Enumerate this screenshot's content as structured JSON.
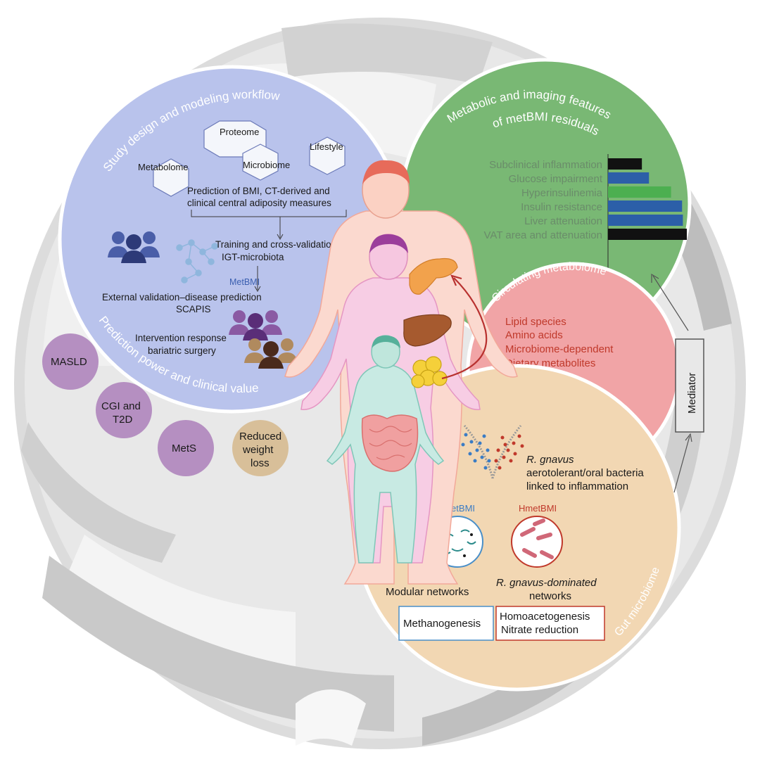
{
  "colors": {
    "blue_panel": "#b9c3ec",
    "green_panel": "#79b874",
    "pink_panel": "#f1a4a6",
    "tan_panel": "#f2d7b3",
    "outer_ring": "#d9d9d9",
    "purple_node": "#b58fc1",
    "tan_node": "#d8bf99",
    "bar_black": "#111111",
    "bar_blue": "#2c5fa8",
    "bar_green": "#4caf50"
  },
  "study": {
    "arc_title": "Study design and modeling workflow",
    "arc_subtitle": "Prediction power and clinical value",
    "hex_proteome": "Proteome",
    "hex_lifestyle": "Lifestyle",
    "hex_metabolome": "Metabolome",
    "hex_microbiome": "Microbiome",
    "prediction_line1": "Prediction of BMI, CT-derived and",
    "prediction_line2": "clinical central adiposity measures",
    "training_line1": "Training and cross-validation",
    "training_line2": "IGT-microbiota",
    "metbmi_label": "MetBMI",
    "external_line1": "External validation–disease prediction",
    "external_line2": "SCAPIS",
    "intervention_line1": "Intervention response",
    "intervention_line2": "bariatric surgery"
  },
  "clinical_nodes": {
    "masld": "MASLD",
    "cgi_line1": "CGI and",
    "cgi_line2": "T2D",
    "mets": "MetS",
    "reduced_line1": "Reduced",
    "reduced_line2": "weight",
    "reduced_line3": "loss"
  },
  "metabolic": {
    "arc_title_line1": "Metabolic and imaging features",
    "arc_title_line2": "of metBMI residuals"
  },
  "chart_data": {
    "type": "bar",
    "orientation": "horizontal",
    "categories": [
      "Subclinical inflammation",
      "Glucose impairment",
      "Hyperinsulinemia",
      "Insulin resistance",
      "Liver attenuation",
      "VAT area and attenuation"
    ],
    "values": [
      0.43,
      0.52,
      0.8,
      0.94,
      0.95,
      1.0
    ],
    "bar_colors": [
      "#111111",
      "#2c5fa8",
      "#4caf50",
      "#2c5fa8",
      "#2c5fa8",
      "#111111"
    ],
    "xlim": [
      0,
      1
    ],
    "grid": false
  },
  "circulating": {
    "arc_title": "Circulating metabolome",
    "item1": "Lipid species",
    "item2": "Amino acids",
    "item3": "Microbiome-dependent",
    "item4": "Dietary metabolites"
  },
  "mediator": {
    "label": "Mediator"
  },
  "gut": {
    "arc_title": "Gut microbiome",
    "species": "R. gnavus",
    "species_line2": "aerotolerant/oral bacteria",
    "species_line3": "linked to inflammation",
    "lmetbmi": "LmetBMI",
    "hmetbmi": "HmetBMI",
    "modular": "Modular networks",
    "rgnavus_dominated_line1": "R. gnavus-dominated",
    "rgnavus_dominated_line2": "networks",
    "methanogenesis": "Methanogenesis",
    "homoacetogenesis": "Homoacetogenesis",
    "nitrate": "Nitrate reduction"
  }
}
